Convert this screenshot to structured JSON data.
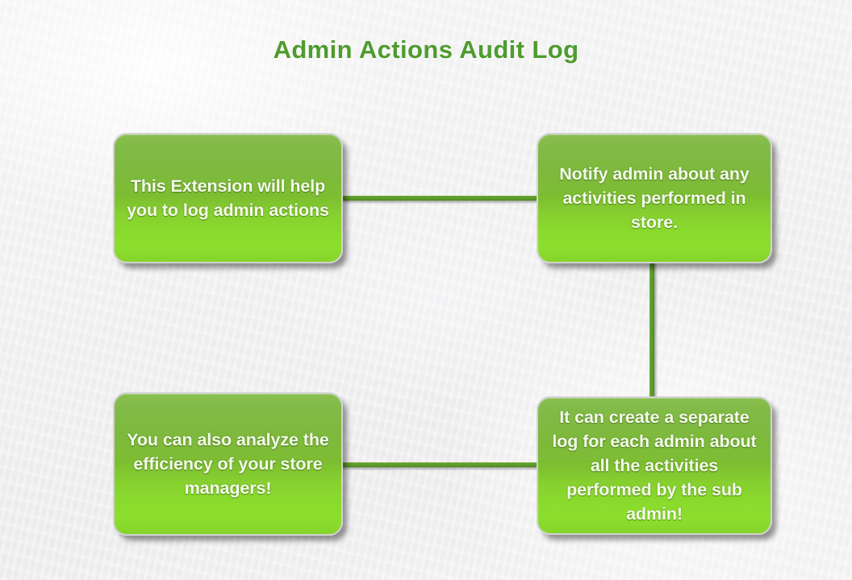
{
  "page": {
    "title": "Admin Actions Audit Log",
    "background_color": "#f2f2f2",
    "title_color": "#4f9b2e"
  },
  "theme": {
    "node_gradient_top": "#72b22c",
    "node_gradient_bottom": "#8cdf2c",
    "node_border_color": "#d2d2d2",
    "node_text_color": "#f4fbe9",
    "connector_color": "#5d9c2b"
  },
  "diagram": {
    "type": "flowchart",
    "nodes": [
      {
        "id": "node-1",
        "text": "This Extension will help you to log admin actions",
        "position": "top-left"
      },
      {
        "id": "node-2",
        "text": "Notify admin about any activities performed in store.",
        "position": "top-right"
      },
      {
        "id": "node-3",
        "text": "You can also analyze the efficiency of your store managers!",
        "position": "bottom-left"
      },
      {
        "id": "node-4",
        "text": "It can create a separate log for each admin about all the activities performed by the sub admin!",
        "position": "bottom-right"
      }
    ],
    "connectors": [
      {
        "id": "conn-1-2",
        "from": "node-1",
        "to": "node-2",
        "orientation": "horizontal"
      },
      {
        "id": "conn-2-4",
        "from": "node-2",
        "to": "node-4",
        "orientation": "vertical"
      },
      {
        "id": "conn-3-4",
        "from": "node-3",
        "to": "node-4",
        "orientation": "horizontal"
      }
    ]
  }
}
